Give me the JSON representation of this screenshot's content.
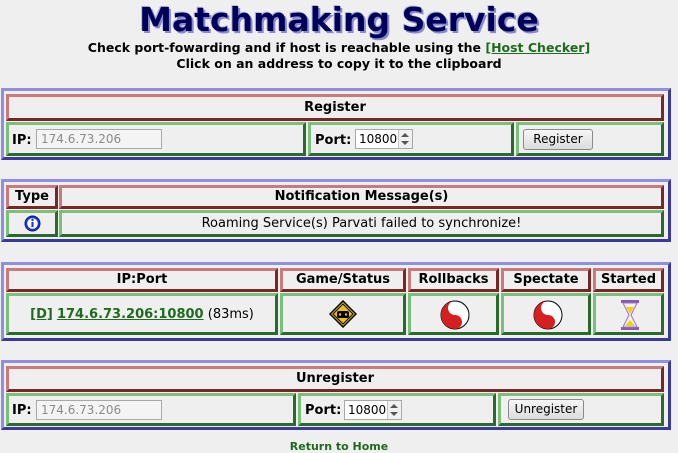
{
  "header": {
    "title": "Matchmaking Service",
    "line1_prefix": "Check port-fowarding and if host is reachable using the",
    "host_checker_link": "[Host Checker]",
    "line2": "Click on an address to copy it to the clipboard"
  },
  "register": {
    "heading": "Register",
    "ip_label": "IP:",
    "ip_placeholder": "174.6.73.206",
    "port_label": "Port:",
    "port_value": "10800",
    "button_label": "Register"
  },
  "notifications": {
    "col_type": "Type",
    "col_message": "Notification Message(s)",
    "rows": [
      {
        "type_icon": "info-icon",
        "message": "Roaming Service(s) Parvati failed to synchronize!"
      }
    ]
  },
  "hosts": {
    "col_ipport": "IP:Port",
    "col_game": "Game/Status",
    "col_rollbacks": "Rollbacks",
    "col_spectate": "Spectate",
    "col_started": "Started",
    "rows": [
      {
        "tag": "[D]",
        "address": "174.6.73.206:10800",
        "latency": "(83ms)",
        "game_icon": "game-status-icon",
        "rollbacks_icon": "yin-yang-icon",
        "spectate_icon": "yin-yang-icon",
        "started_icon": "hourglass-icon"
      }
    ]
  },
  "unregister": {
    "heading": "Unregister",
    "ip_label": "IP:",
    "ip_placeholder": "174.6.73.206",
    "port_label": "Port:",
    "port_value": "10800",
    "button_label": "Unregister"
  },
  "footer": {
    "return_link": "Return to Home"
  },
  "colors": {
    "title": "#00005a",
    "link": "#1d6b1d",
    "panel_border": "#6c6cd0",
    "header_cell_border": "#a64a4a",
    "body_cell_border": "#4a9a4a"
  }
}
